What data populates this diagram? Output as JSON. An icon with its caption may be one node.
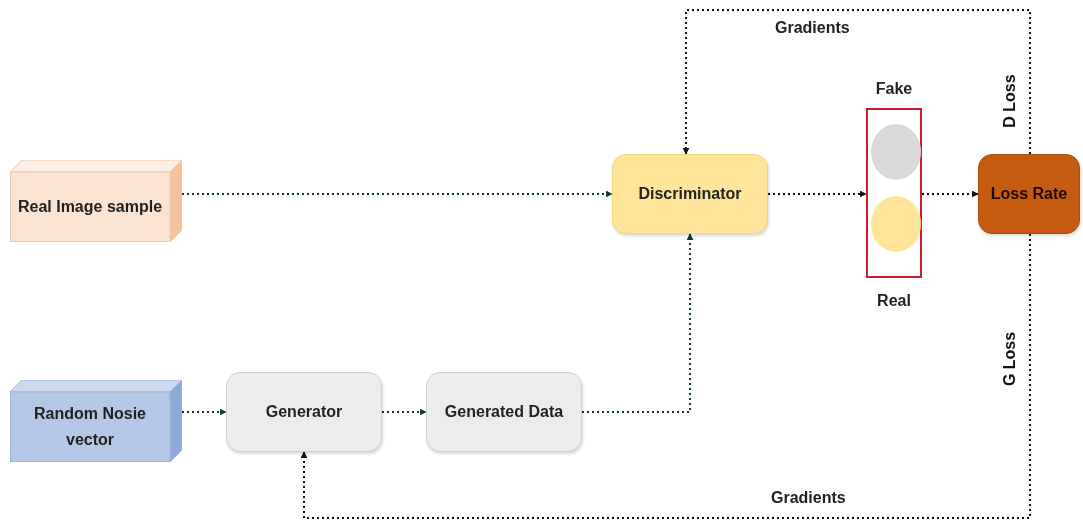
{
  "diagram": {
    "nodes": [
      {
        "text": [
          "Real Image sample"
        ]
      },
      {
        "text": [
          "Random Nosie vector"
        ]
      },
      {
        "text": [
          "Generator"
        ]
      },
      {
        "text": [
          "Generated Data"
        ]
      },
      {
        "text": [
          "Discriminator"
        ]
      },
      {
        "text": [
          "Fake",
          "Real"
        ]
      },
      {
        "text": [],
        "shape": "circle",
        "in": 5
      },
      {
        "text": [],
        "shape": "circle",
        "in": 5
      },
      {
        "text": [
          "Loss Rate"
        ]
      }
    ],
    "edges": [
      {
        "from": 0,
        "to": 4,
        "arrow": "to",
        "style": "dashed"
      },
      {
        "from": 1,
        "to": 2,
        "arrow": "to",
        "style": "dashed"
      },
      {
        "from": 2,
        "to": 3,
        "arrow": "to",
        "style": "dashed"
      },
      {
        "from": 3,
        "to": 4,
        "arrow": "to",
        "style": "dashed"
      },
      {
        "from": 4,
        "to": 5,
        "arrow": "to",
        "style": "dashed",
        "color": "#111111"
      },
      {
        "from": 5,
        "to": 8,
        "arrow": "to",
        "style": "dashed",
        "color": "#111111"
      },
      {
        "from": 8,
        "to": 4,
        "arrow": "to",
        "label": "Gradients",
        "style": "dashed",
        "color": "#111111"
      },
      {
        "from": 8,
        "to": 2,
        "arrow": "to",
        "label": "Gradients",
        "style": "dashed",
        "color": "#111111"
      }
    ],
    "labels": [
      "D Loss",
      "G Loss"
    ]
  }
}
